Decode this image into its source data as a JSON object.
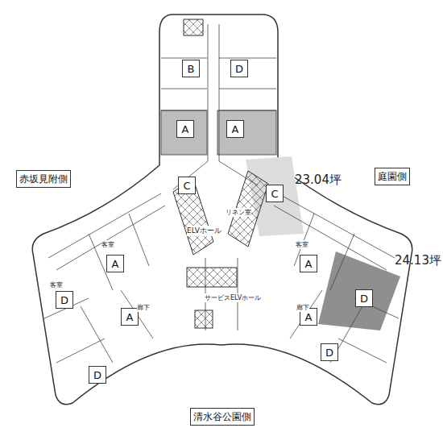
{
  "diagram": {
    "nodes": [
      {
        "text": [
          "B"
        ]
      },
      {
        "text": [
          "D"
        ]
      },
      {
        "text": [
          "A"
        ]
      },
      {
        "text": [
          "A"
        ]
      },
      {
        "text": [
          "赤坂見附側"
        ]
      },
      {
        "text": [
          "庭園側"
        ]
      },
      {
        "text": [
          "C"
        ]
      },
      {
        "text": [
          "C"
        ]
      },
      {
        "text": [
          "A"
        ]
      },
      {
        "text": [
          "A"
        ]
      },
      {
        "text": [
          "D"
        ]
      },
      {
        "text": [
          "D"
        ]
      },
      {
        "text": [
          "A"
        ]
      },
      {
        "text": [
          "A"
        ]
      },
      {
        "text": [
          "D"
        ]
      },
      {
        "text": [
          "D"
        ]
      },
      {
        "text": [
          "清水谷公園側"
        ]
      }
    ],
    "labels": [
      "23.04坪",
      "24.13坪",
      "リネン室",
      "ELVホール",
      "サービスELVホール",
      "客室",
      "客室",
      "客室",
      "廊下",
      "廊下"
    ]
  }
}
